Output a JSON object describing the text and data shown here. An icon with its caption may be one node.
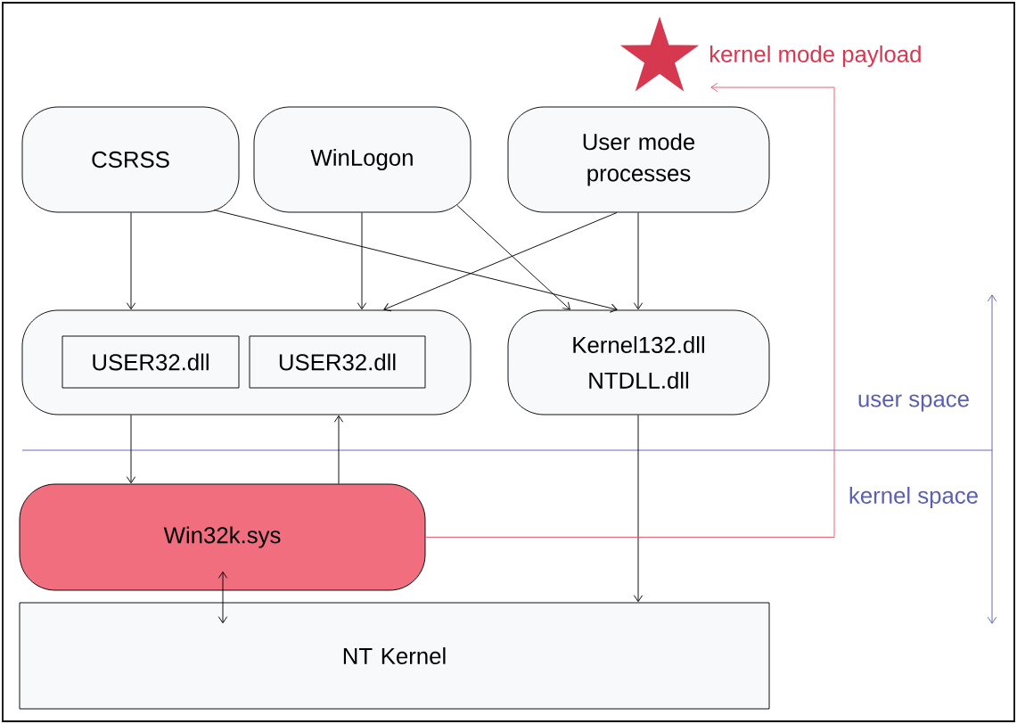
{
  "diagram": {
    "nodes": [
      {
        "text": [
          "CSRSS"
        ]
      },
      {
        "text": [
          "WinLogon"
        ]
      },
      {
        "text": [
          "User mode processes"
        ]
      },
      {
        "text": [],
        "shape": "box"
      },
      {
        "text": [
          "USER32.dll"
        ],
        "in": 3
      },
      {
        "text": [
          "USER32.dll"
        ],
        "in": 3
      },
      {
        "text": [
          "Kernel132.dll",
          "NTDLL.dll"
        ]
      },
      {
        "text": [
          "Win32k.sys"
        ]
      },
      {
        "text": [
          "NT Kernel"
        ]
      },
      {
        "text": [],
        "shape": "star",
        "beside": [
          "kernel mode payload"
        ]
      }
    ],
    "edges": [
      {
        "from": 0,
        "to": 3,
        "arrow": "to"
      },
      {
        "from": 0,
        "to": 6,
        "arrow": "to"
      },
      {
        "from": 1,
        "to": 3,
        "arrow": "to"
      },
      {
        "from": 1,
        "to": 6,
        "arrow": "to"
      },
      {
        "from": 2,
        "to": 3,
        "arrow": "to"
      },
      {
        "from": 2,
        "to": 6,
        "arrow": "to"
      },
      {
        "from": 3,
        "to": 7,
        "arrow": "to"
      },
      {
        "from": 7,
        "to": 3,
        "arrow": "to"
      },
      {
        "from": 7,
        "to": 8,
        "arrow": "both"
      },
      {
        "from": 6,
        "to": 8,
        "arrow": "to"
      },
      {
        "from": 7,
        "to": 9,
        "arrow": "to",
        "color": "#e05a6a"
      }
    ],
    "labels": [
      "user space",
      "kernel space"
    ]
  }
}
